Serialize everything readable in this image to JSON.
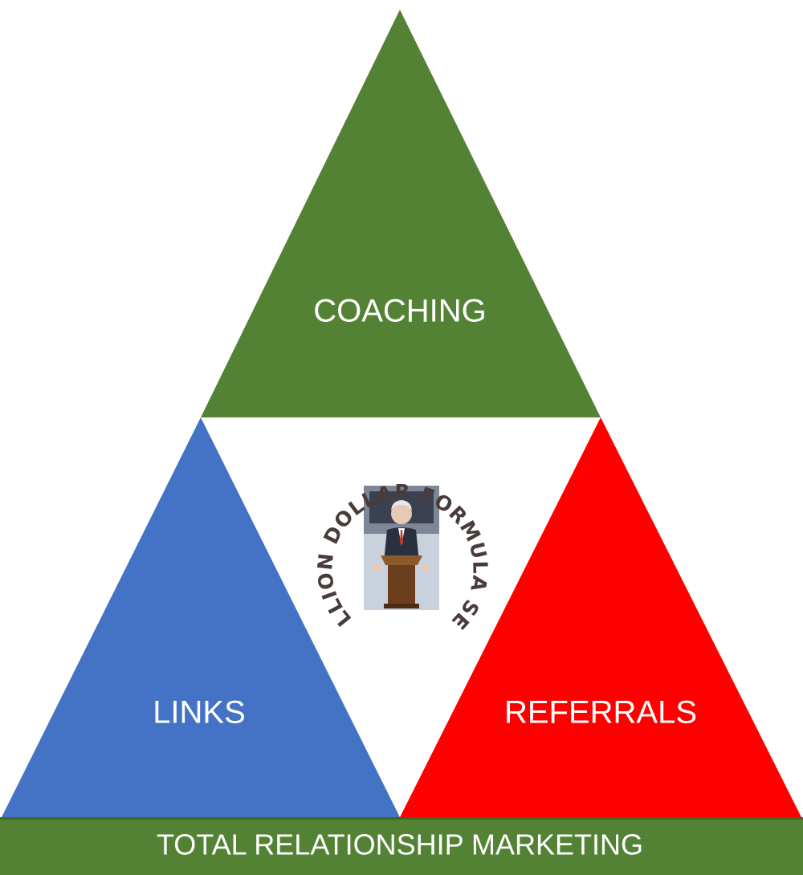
{
  "colors": {
    "top": "#548235",
    "left": "#4472c4",
    "right": "#ff0000",
    "base": "#548235",
    "label": "#ffffff"
  },
  "triangles": {
    "top": {
      "label": "COACHING"
    },
    "left": {
      "label": "LINKS"
    },
    "right": {
      "label": "REFERRALS"
    }
  },
  "base_bar": {
    "label": "TOTAL RELATIONSHIP MARKETING"
  },
  "seal": {
    "text": "THE MILLION DOLLAR FORMULA SEMINAR",
    "image": "speaker-at-podium-illustration"
  }
}
